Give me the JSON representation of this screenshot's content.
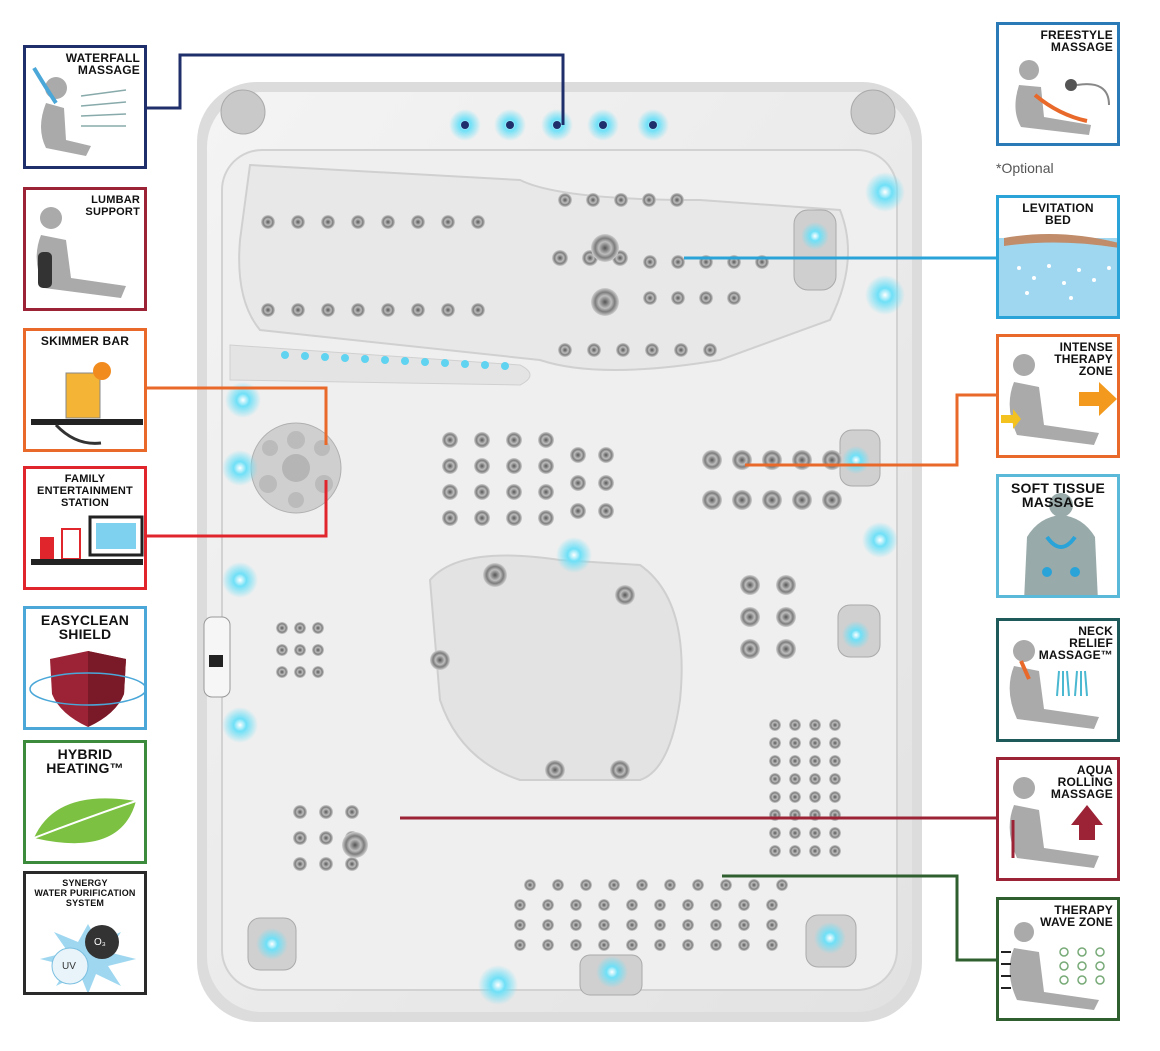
{
  "features_left": [
    {
      "id": "waterfall",
      "title": "WATERFALL\nMASSAGE",
      "color": "#1f2f6b",
      "icon": "waterfall-massage-icon"
    },
    {
      "id": "lumbar",
      "title": "LUMBAR\nSUPPORT",
      "color": "#9b2335",
      "icon": "lumbar-support-icon"
    },
    {
      "id": "skimmer",
      "title": "SKIMMER BAR",
      "color": "#e8692a",
      "icon": "skimmer-bar-icon"
    },
    {
      "id": "family",
      "title": "FAMILY\nENTERTAINMENT\nSTATION",
      "color": "#e0262c",
      "icon": "family-entertainment-icon"
    },
    {
      "id": "easyclean",
      "title": "EASYCLEAN\nSHIELD",
      "color": "#4aa7d8",
      "icon": "shield-icon"
    },
    {
      "id": "hybrid",
      "title": "HYBRID\nHEATING™",
      "color": "#3c8a3c",
      "icon": "leaf-icon"
    },
    {
      "id": "synergy",
      "title": "SYNERGY\nWATER PURIFICATION\nSYSTEM",
      "color": "#2a2a2a",
      "icon": "water-purification-icon",
      "o3": "O₃",
      "uv": "UV"
    }
  ],
  "features_right": [
    {
      "id": "freestyle",
      "title": "FREESTYLE\nMASSAGE",
      "color": "#2a7ab8",
      "icon": "freestyle-massage-icon"
    },
    {
      "id": "levitation",
      "title": "LEVITATION\nBED",
      "color": "#2aa3d8",
      "icon": "levitation-bed-icon"
    },
    {
      "id": "intense",
      "title": "INTENSE\nTHERAPY\nZONE",
      "color": "#e8692a",
      "icon": "intense-therapy-icon"
    },
    {
      "id": "softtissue",
      "title": "SOFT TISSUE\nMASSAGE",
      "color": "#5ab8d8",
      "icon": "soft-tissue-icon"
    },
    {
      "id": "neck",
      "title": "NECK\nRELIEF\nMASSAGE™",
      "color": "#1f5a5a",
      "icon": "neck-relief-icon"
    },
    {
      "id": "aqua",
      "title": "AQUA\nROLLING\nMASSAGE",
      "color": "#9b2335",
      "icon": "aqua-rolling-icon"
    },
    {
      "id": "therapywave",
      "title": "THERAPY\nWAVE ZONE",
      "color": "#2f5f2f",
      "icon": "therapy-wave-icon"
    }
  ],
  "optional_note": "*Optional",
  "colors": {
    "shell": "#ececec",
    "shell_edge": "#d6d6d6",
    "light": "#5fd3f0",
    "jet": "#9a9a9a"
  }
}
